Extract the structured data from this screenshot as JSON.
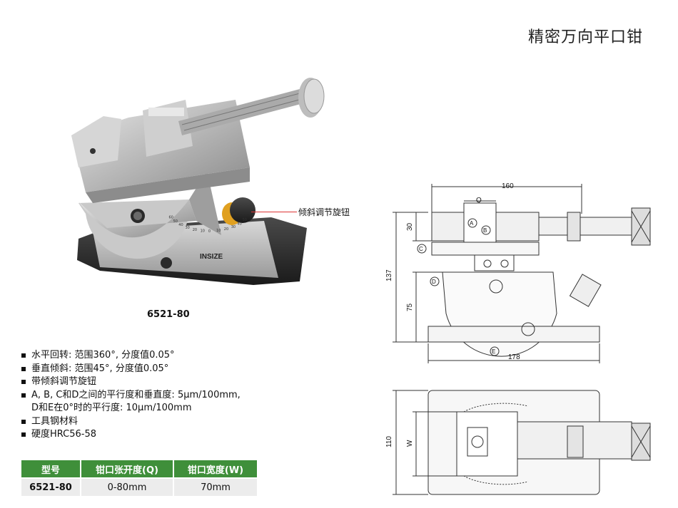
{
  "title": "精密万向平口钳",
  "photo": {
    "callout": "倾斜调节旋钮",
    "brand_mark": "INSIZE",
    "caption": "6521-80",
    "scale_numbers": [
      "60",
      "50",
      "40",
      "30",
      "20",
      "10",
      "0",
      "10",
      "20",
      "30",
      "40",
      "50"
    ]
  },
  "features": [
    {
      "text": "水平回转: 范围360°, 分度值0.05°"
    },
    {
      "text": "垂直倾斜: 范围45°, 分度值0.05°"
    },
    {
      "text": "带倾斜调节旋钮"
    },
    {
      "text": "A, B, C和D之间的平行度和垂直度: 5μm/100mm,",
      "cont": "D和E在0°时的平行度: 10μm/100mm"
    },
    {
      "text": "工具钢材料"
    },
    {
      "text": "硬度HRC56-58"
    }
  ],
  "table": {
    "headers": [
      "型号",
      "钳口张开度(Q)",
      "钳口宽度(W)"
    ],
    "rows": [
      [
        "6521-80",
        "0-80mm",
        "70mm"
      ]
    ],
    "header_color": "#3f8f3a"
  },
  "drawing": {
    "dims": {
      "top_width": "160",
      "q": "Q",
      "h30": "30",
      "h137": "137",
      "h75": "75",
      "bottom_width": "178",
      "h110": "110",
      "w": "W"
    },
    "refs": {
      "a": "A",
      "b": "B",
      "c": "C",
      "d": "D",
      "e": "E"
    }
  }
}
